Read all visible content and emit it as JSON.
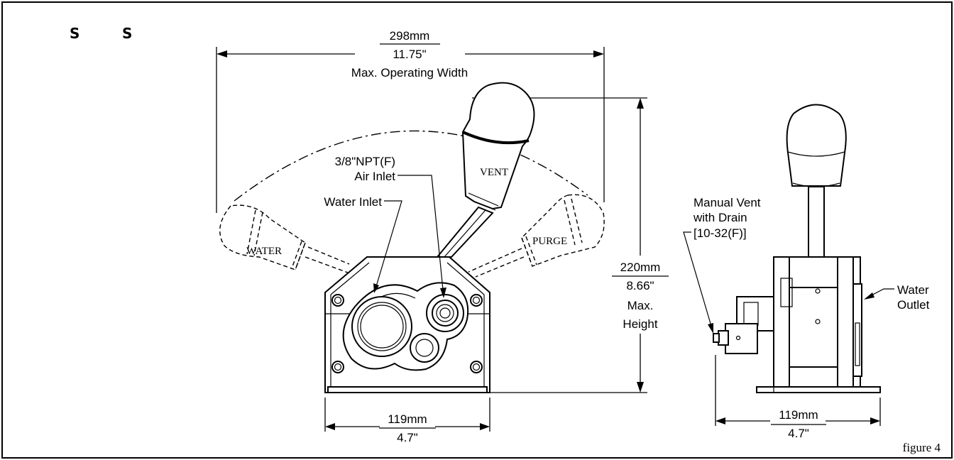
{
  "corner_marks": [
    "S",
    "S"
  ],
  "width_dim": {
    "mm": "298mm",
    "inch": "11.75\"",
    "label": "Max. Operating Width"
  },
  "height_dim": {
    "mm": "220mm",
    "inch": "8.66\"",
    "label_line1": "Max.",
    "label_line2": "Height"
  },
  "front_base_dim": {
    "mm": "119mm",
    "inch": "4.7\""
  },
  "side_base_dim": {
    "mm": "119mm",
    "inch": "4.7\""
  },
  "callouts": {
    "air_inlet_line1": "3/8\"NPT(F)",
    "air_inlet_line2": "Air Inlet",
    "water_inlet": "Water Inlet",
    "manual_vent_line1": "Manual Vent",
    "manual_vent_line2": "with Drain",
    "manual_vent_line3": "[10-32(F)]",
    "water_outlet_line1": "Water",
    "water_outlet_line2": "Outlet"
  },
  "handle_labels": {
    "vent": "VENT",
    "water": "WATER",
    "purge": "PURGE"
  },
  "caption": "figure 4"
}
